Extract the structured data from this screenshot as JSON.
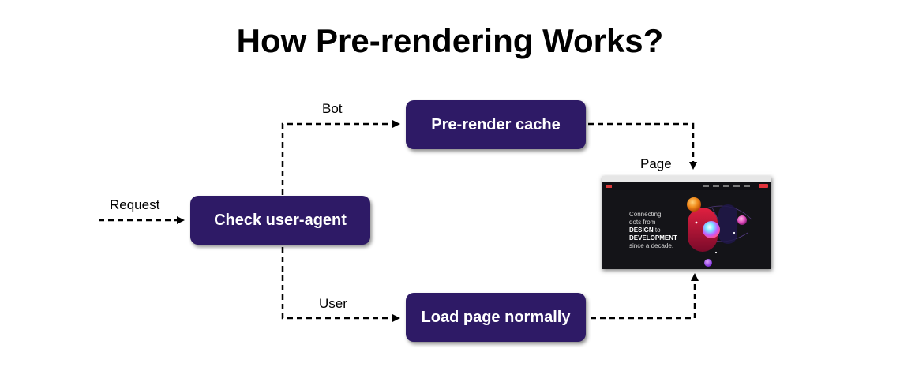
{
  "diagram": {
    "title": "How Pre-rendering Works?",
    "nodes": {
      "check": "Check user-agent",
      "cache": "Pre-render cache",
      "load": "Load page normally"
    },
    "edge_labels": {
      "request": "Request",
      "bot": "Bot",
      "user": "User",
      "page": "Page"
    },
    "thumbnail": {
      "line1": "Connecting",
      "line2": "dots from",
      "line3_bold": "DESIGN",
      "line3_rest": " to",
      "line4_bold": "DEVELOPMENT",
      "line5": "since a decade."
    }
  },
  "colors": {
    "node_fill": "#2e1a66",
    "node_text": "#ffffff",
    "connector": "#000000",
    "thumbnail_bg": "#141418"
  }
}
